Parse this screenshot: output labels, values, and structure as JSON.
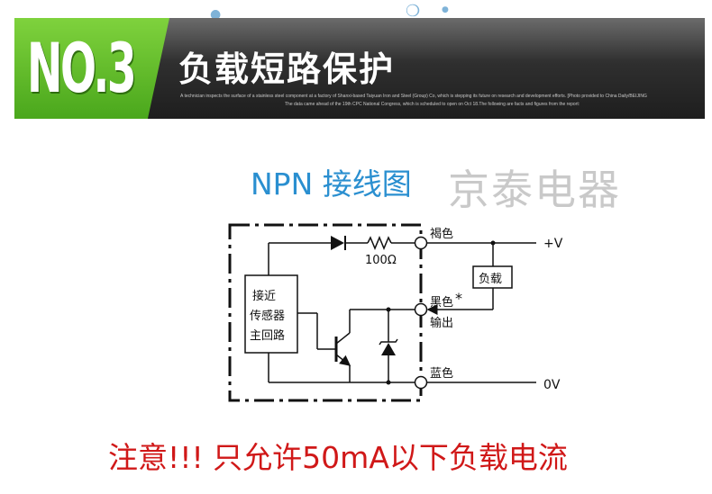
{
  "banner": {
    "badge": "NO.3",
    "title": "负载短路保护",
    "subtitle_line1": "A technician inspects the surface of a stainless steel component at a factory of Shanxi-based Taiyuan Iron and Steel (Group) Co, which is stepping its future on research and development efforts. [Photo provided to China Daily/BEIJING",
    "subtitle_line2": "The data came ahead of the 19th CPC National Congress, which is scheduled to open on Oct 18.The following are facts and figures from the report:"
  },
  "diagram": {
    "title": "NPN 接线图",
    "watermark": "京泰电器",
    "resistor_label": "100Ω",
    "sensor_label_lines": [
      "接近",
      "传感器",
      "主回路"
    ],
    "brown_label": "褐色",
    "black_label": "黑色",
    "asterisk": "*",
    "output_label": "输出",
    "blue_label": "蓝色",
    "load_label": "负载",
    "plus_v_label": "+V",
    "zero_v_label": "0V"
  },
  "warning": "注意!!! 只允许50mA以下负载电流",
  "colors": {
    "badge_green": "#5cb82a",
    "banner_dark": "#2f2f2f",
    "title_blue": "#2a8fd0",
    "warning_red": "#d01818",
    "watermark_gray": "#c9c9c9"
  }
}
